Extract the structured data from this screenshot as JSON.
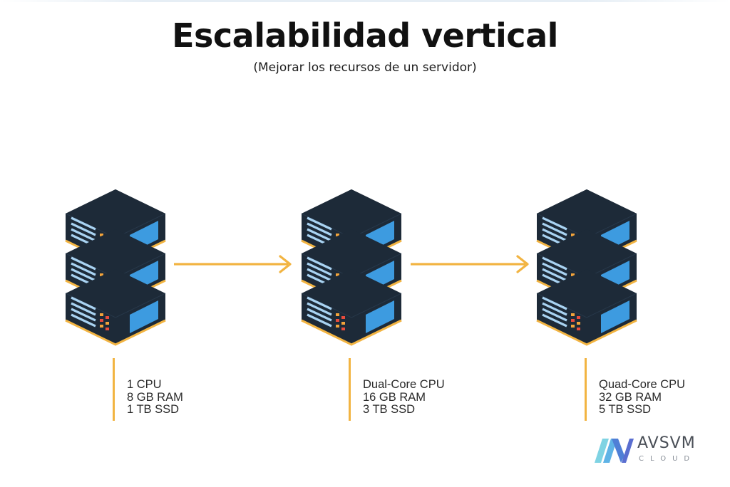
{
  "header": {
    "title": "Escalabilidad vertical",
    "subtitle": "(Mejorar los recursos de un servidor)"
  },
  "servers": [
    {
      "specs": [
        "1 CPU",
        "8 GB RAM",
        "1 TB SSD"
      ]
    },
    {
      "specs": [
        "Dual-Core CPU",
        "16 GB RAM",
        "3 TB SSD"
      ]
    },
    {
      "specs": [
        "Quad-Core CPU",
        "32 GB RAM",
        "5 TB SSD"
      ]
    }
  ],
  "icons": {
    "server": "server-stack-icon",
    "arrow": "arrow-right-icon",
    "logo": "avsvm-logo-icon"
  },
  "logo": {
    "name": "AVSVM",
    "sub": "CLOUD"
  },
  "colors": {
    "accent": "#f2b442",
    "server_body": "#1d2a38",
    "server_top": "#141d28",
    "screen": "#3d9be0",
    "lines": "#a9d3f2",
    "leds_red": "#e84b3c",
    "leds_orange": "#f2a33a",
    "text": "#111111"
  }
}
